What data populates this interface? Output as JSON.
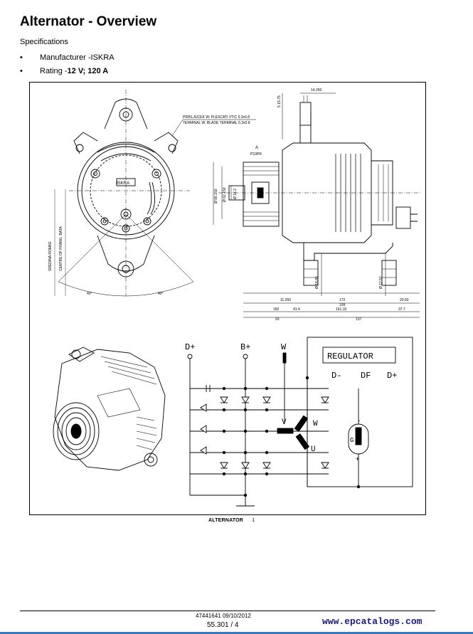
{
  "page": {
    "title": "Alternator - Overview",
    "section_heading": "Specifications",
    "specs": [
      {
        "label": "Manufacturer - ",
        "value": "ISKRA"
      },
      {
        "label": "Rating - ",
        "value": "12 V; 120 A"
      }
    ]
  },
  "figure": {
    "caption": "ALTERNATOR",
    "caption_number": "1",
    "front_view": {
      "note_1": "PRIKLJUCEK W: PLESCATI VTIC 6.3x0.8",
      "note_2": "TERMINAL W: BLADE TERMINAL 6.3x0.8",
      "side_text_1": "SREDINA ROMKE",
      "side_text_2": "CENTRE OF FRANG. BATA",
      "angle_left": "40°",
      "angle_right": "40°",
      "badge": "ISKRA"
    },
    "side_view": {
      "section_label": "A",
      "detail_label": "P10PR",
      "dims_vertical": [
        "Ø 66.150",
        "Ø 62.150",
        "Ø 16.2"
      ],
      "dims_top": [
        "14.250",
        "5 15.75"
      ],
      "dims_bottom_row1": [
        "11.250",
        "Ø 18.85",
        "Ø 12.57",
        "20.50"
      ],
      "dims_bottom_row2": [
        "160",
        "41.4",
        "172",
        "199",
        "161.10",
        "37.7"
      ],
      "dims_bottom_row3": [
        "93",
        "137"
      ]
    },
    "schematic": {
      "regulator": "REGULATOR",
      "terminals": [
        "D+",
        "B+",
        "W"
      ],
      "reg_terminals": [
        "D-",
        "DF",
        "D+"
      ],
      "phases": [
        "V",
        "W",
        "U"
      ],
      "field_label": "G",
      "minus": "-",
      "plus": "+"
    }
  },
  "footer": {
    "doc_date": "47441641 09/10/2012",
    "page_ref": "55.301 / 4",
    "watermark": "www.epcatalogs.com"
  }
}
